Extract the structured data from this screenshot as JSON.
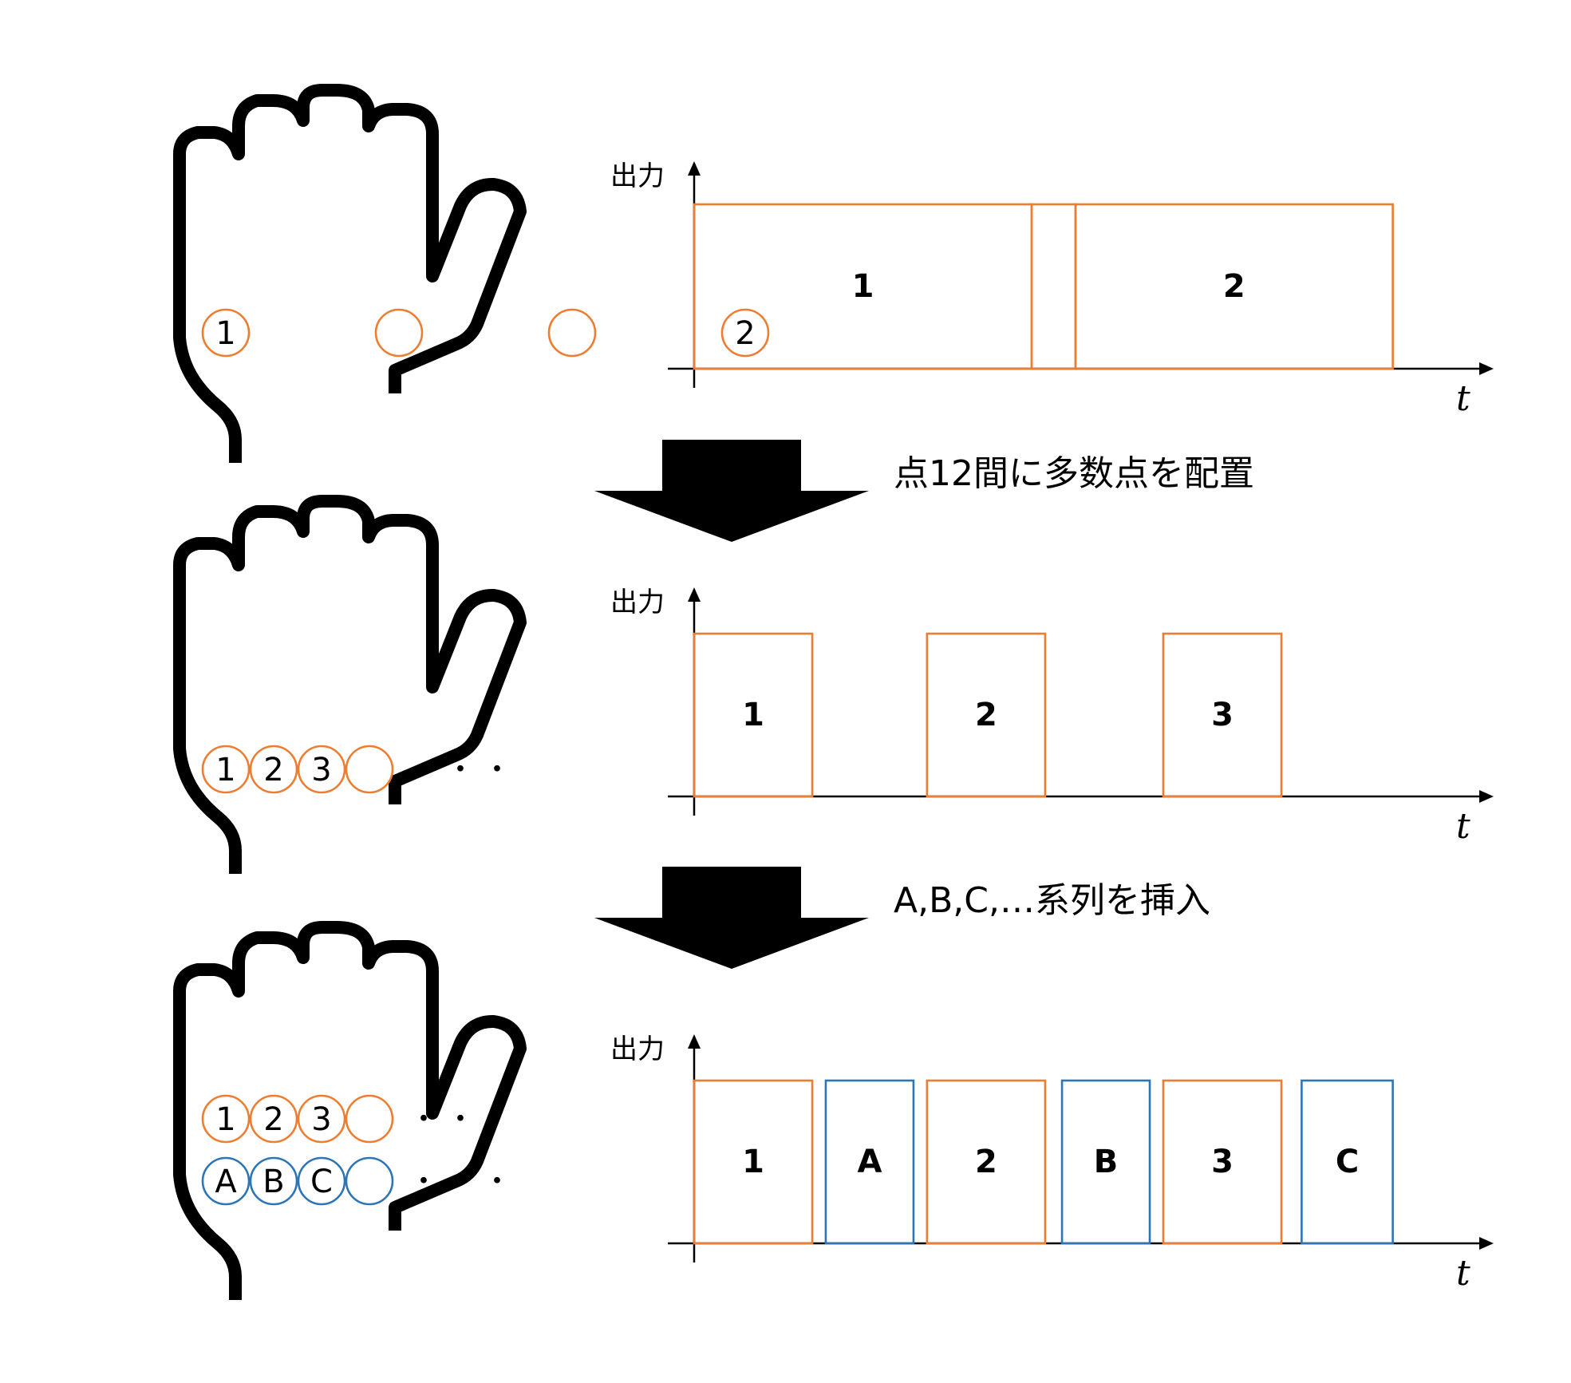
{
  "colors": {
    "orange": "#ED7D31",
    "blue": "#2E75B6",
    "ink": "#000000"
  },
  "icons": [
    "hand-icon",
    "down-arrow-icon"
  ],
  "panels": [
    {
      "hand_rows": [
        {
          "color": "orange",
          "markers": [
            "1",
            "",
            "",
            "2"
          ],
          "ellipsis": ""
        }
      ],
      "chart": {
        "y_label": "出力",
        "x_label": "t",
        "pulses": [
          {
            "label": "1",
            "color": "orange",
            "start": 0.0,
            "end": 1.0
          },
          {
            "label": "",
            "color": "orange",
            "start": 1.0,
            "end": 1.13
          },
          {
            "label": "2",
            "color": "orange",
            "start": 1.13,
            "end": 2.07
          }
        ]
      }
    },
    {
      "hand_rows": [
        {
          "color": "orange",
          "markers": [
            "1",
            "2",
            "3",
            ""
          ],
          "ellipsis": "・・・"
        }
      ],
      "chart": {
        "y_label": "出力",
        "x_label": "t",
        "pulses": [
          {
            "label": "1",
            "color": "orange",
            "start": 0.0,
            "end": 0.35
          },
          {
            "label": "2",
            "color": "orange",
            "start": 0.69,
            "end": 1.04
          },
          {
            "label": "3",
            "color": "orange",
            "start": 1.39,
            "end": 1.74
          }
        ]
      }
    },
    {
      "hand_rows": [
        {
          "color": "orange",
          "markers": [
            "1",
            "2",
            "3",
            ""
          ],
          "ellipsis": "・・・"
        },
        {
          "color": "blue",
          "markers": [
            "A",
            "B",
            "C",
            ""
          ],
          "ellipsis": "・・・"
        }
      ],
      "chart": {
        "y_label": "出力",
        "x_label": "t",
        "pulses": [
          {
            "label": "1",
            "color": "orange",
            "start": 0.0,
            "end": 0.35
          },
          {
            "label": "A",
            "color": "blue",
            "start": 0.39,
            "end": 0.65
          },
          {
            "label": "2",
            "color": "orange",
            "start": 0.69,
            "end": 1.04
          },
          {
            "label": "B",
            "color": "blue",
            "start": 1.09,
            "end": 1.35
          },
          {
            "label": "3",
            "color": "orange",
            "start": 1.39,
            "end": 1.74
          },
          {
            "label": "C",
            "color": "blue",
            "start": 1.8,
            "end": 2.07
          }
        ]
      }
    }
  ],
  "steps": [
    {
      "text": "点12間に多数点を配置"
    },
    {
      "text": "A,B,C,…系列を挿入"
    }
  ]
}
